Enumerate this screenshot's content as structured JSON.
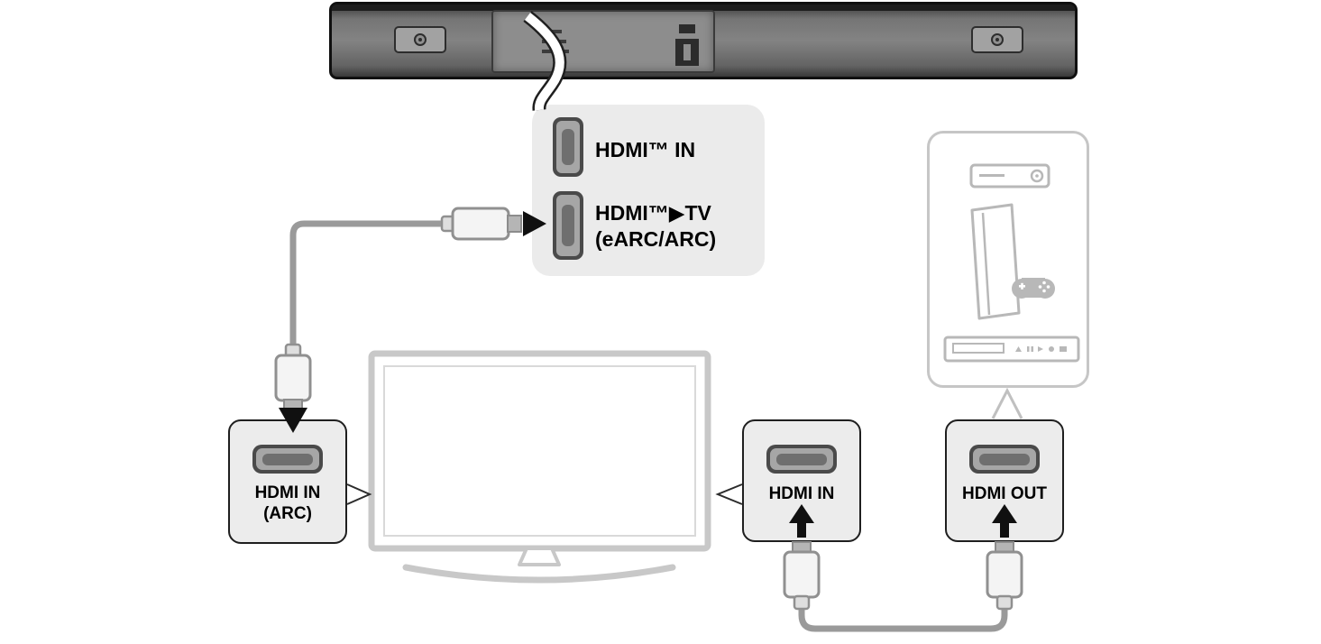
{
  "labels": {
    "soundbar_port_in": "HDMI™ IN",
    "soundbar_port_tv_line1": "HDMI™▶TV",
    "soundbar_port_tv_line2": "(eARC/ARC)",
    "tv_arc_line1": "HDMI IN",
    "tv_arc_line2": "(ARC)",
    "tv_in": "HDMI IN",
    "device_out": "HDMI OUT"
  },
  "colors": {
    "box_fill": "#ececec",
    "box_border": "#1f1f1f",
    "balloon_fill": "#ebebeb",
    "cable": "#9a9a9a",
    "arrow": "#101010",
    "tv_outline": "#c8c8c8",
    "device_icon": "#b8b8b8",
    "soundbar_body": "#6e6e6e"
  },
  "icons": [
    "soundbar-rear",
    "magnify-callout-swoosh",
    "hdmi-port-icon",
    "hdmi-plug-icon",
    "arrow-right-icon",
    "arrow-down-icon",
    "arrow-up-icon",
    "tv-outline",
    "set-top-box-icon",
    "game-console-icon",
    "gamepad-icon",
    "disc-player-icon"
  ]
}
